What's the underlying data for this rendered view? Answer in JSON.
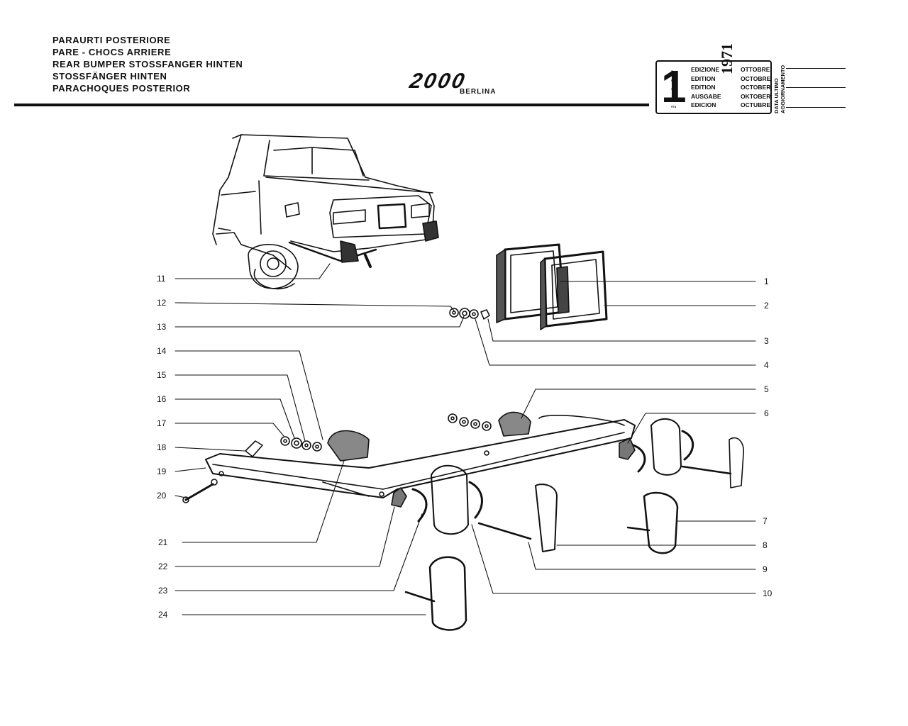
{
  "header": {
    "title_lines": [
      "PARAURTI POSTERIORE",
      "PARE - CHOCS ARRIERE",
      "REAR BUMPER STOSSFANGER HINTEN",
      "STOSSFÄNGER HINTEN",
      "PARACHOQUES POSTERIOR"
    ],
    "logo": "2000",
    "logo_sub": "BERLINA"
  },
  "edition": {
    "number": "1",
    "suffixes": [
      "a",
      "ère",
      "st",
      "-",
      "era"
    ],
    "labels": [
      "EDIZIONE",
      "EDITION",
      "EDITION",
      "AUSGABE",
      "EDICION"
    ],
    "months": [
      "OTTOBRE",
      "OCTOBRE",
      "OCTOBER",
      "OKTOBER",
      "OCTUBRE"
    ],
    "year": "1971",
    "update_label_1": "DATA ULTIMO",
    "update_label_2": "AGGIORNAMENTO"
  },
  "callouts": {
    "left": [
      "11",
      "12",
      "13",
      "14",
      "15",
      "16",
      "17",
      "18",
      "19",
      "20",
      "21",
      "22",
      "23",
      "24"
    ],
    "right": [
      "1",
      "2",
      "3",
      "4",
      "5",
      "6",
      "7",
      "8",
      "9",
      "10"
    ]
  }
}
